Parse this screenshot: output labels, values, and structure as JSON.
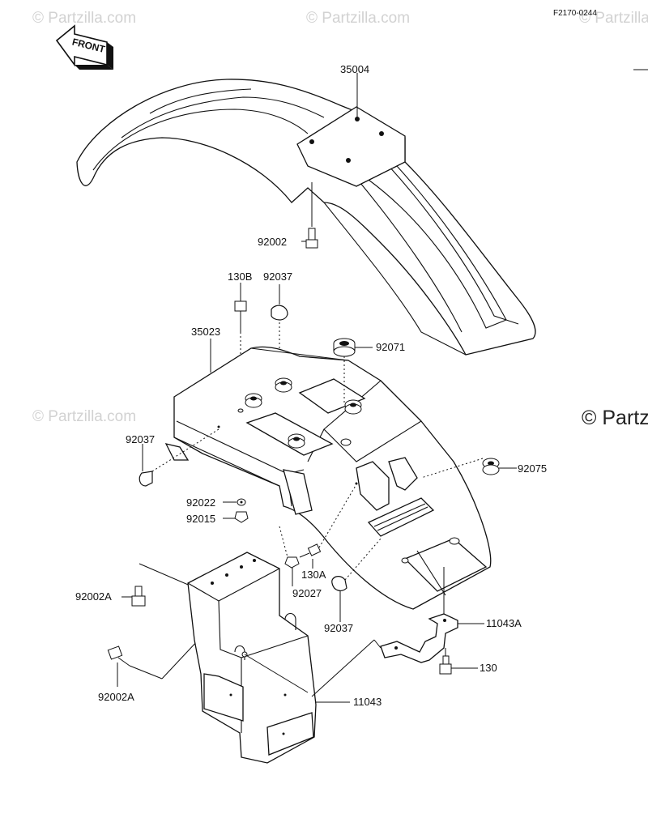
{
  "diagram_code": "F2170-0244",
  "front_label": "FRONT",
  "watermarks": {
    "small": "© Partzilla.com",
    "large": "© Partz"
  },
  "parts": {
    "p35004": "35004",
    "p92002": "92002",
    "p130B": "130B",
    "p92037_top": "92037",
    "p35023": "35023",
    "p92071": "92071",
    "p92037_left": "92037",
    "p92075": "92075",
    "p92022": "92022",
    "p92015": "92015",
    "p130A": "130A",
    "p92002A_top": "92002A",
    "p92027": "92027",
    "p92037_bottom": "92037",
    "p11043A": "11043A",
    "p130": "130",
    "p92002A_bottom": "92002A",
    "p11043": "11043"
  }
}
